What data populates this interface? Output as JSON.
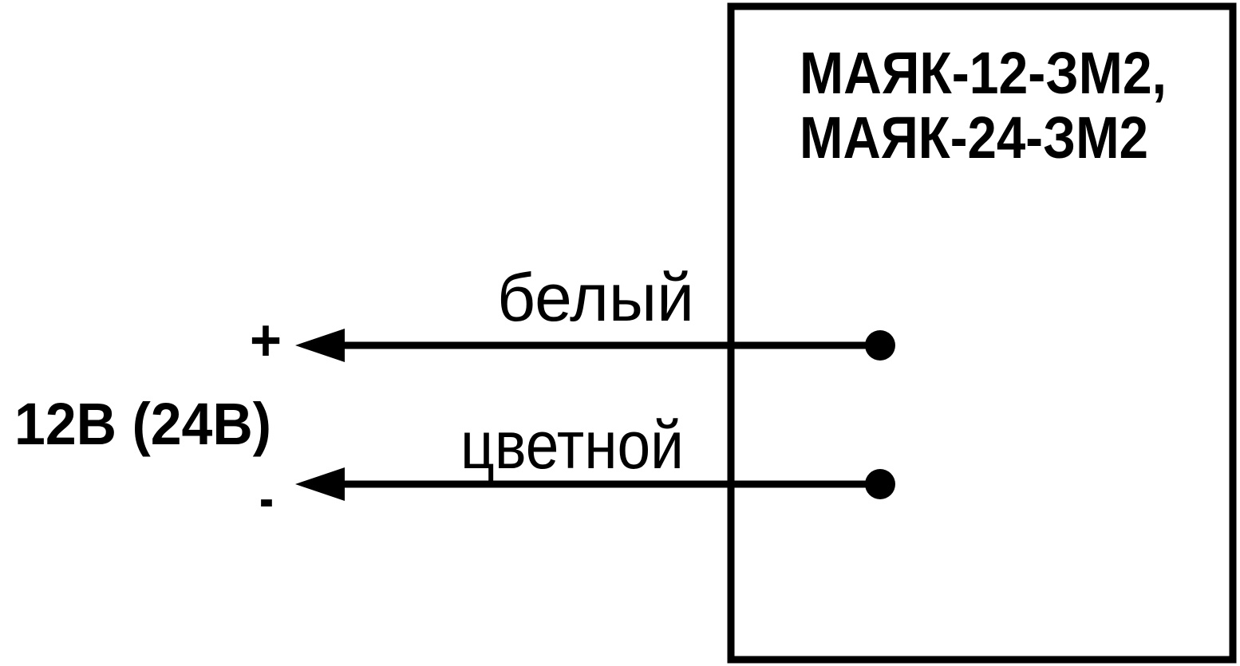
{
  "diagram": {
    "device": {
      "name_line1": "МАЯК-12-ЗМ2,",
      "name_line2": "МАЯК-24-ЗМ2"
    },
    "power": {
      "label": "12В (24В)",
      "positive_terminal": "+",
      "negative_terminal": "-"
    },
    "wires": [
      {
        "label": "белый"
      },
      {
        "label": "цветной"
      }
    ],
    "colors": {
      "ink": "#000000",
      "background": "#ffffff"
    }
  }
}
